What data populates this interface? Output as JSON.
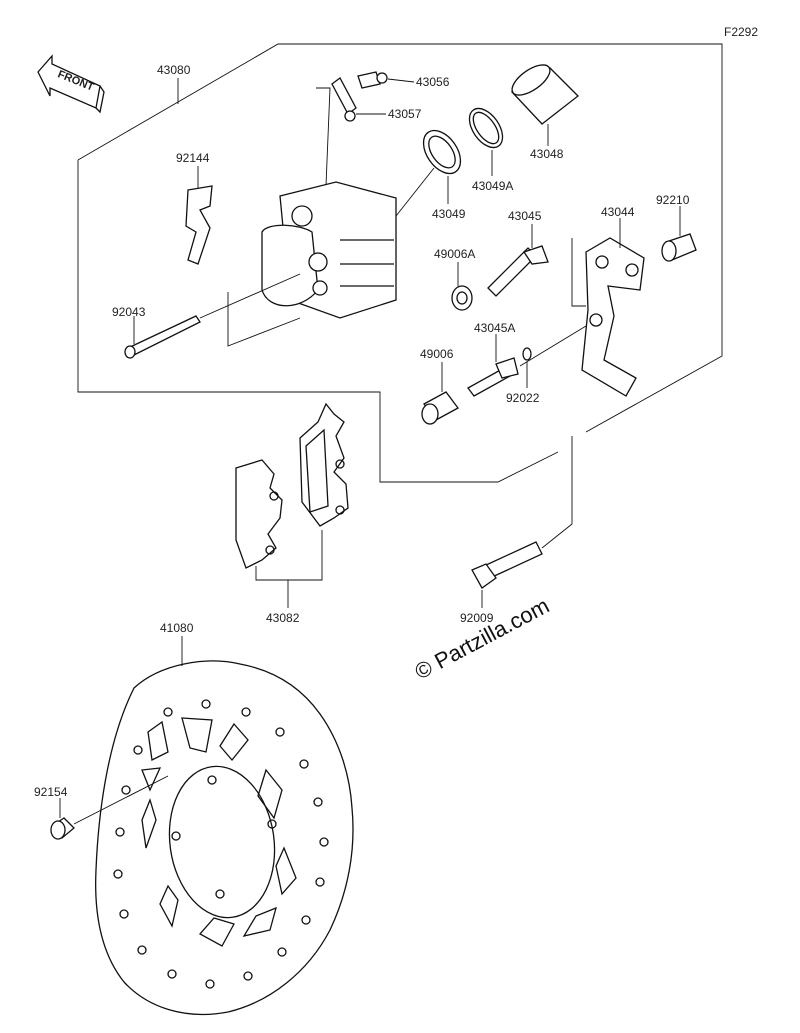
{
  "figure_code": "F2292",
  "front_label": "FRONT",
  "watermark": "© Partzilla.com",
  "parts": {
    "p43080": "43080",
    "p43056": "43056",
    "p43057": "43057",
    "p43048": "43048",
    "p43049A": "43049A",
    "p43049": "43049",
    "p92144": "92144",
    "p43045": "43045",
    "p43044": "43044",
    "p92210": "92210",
    "p49006A": "49006A",
    "p92043": "92043",
    "p43045A": "43045A",
    "p49006": "49006",
    "p92022": "92022",
    "p43082": "43082",
    "p92009": "92009",
    "p41080": "41080",
    "p92154": "92154"
  }
}
